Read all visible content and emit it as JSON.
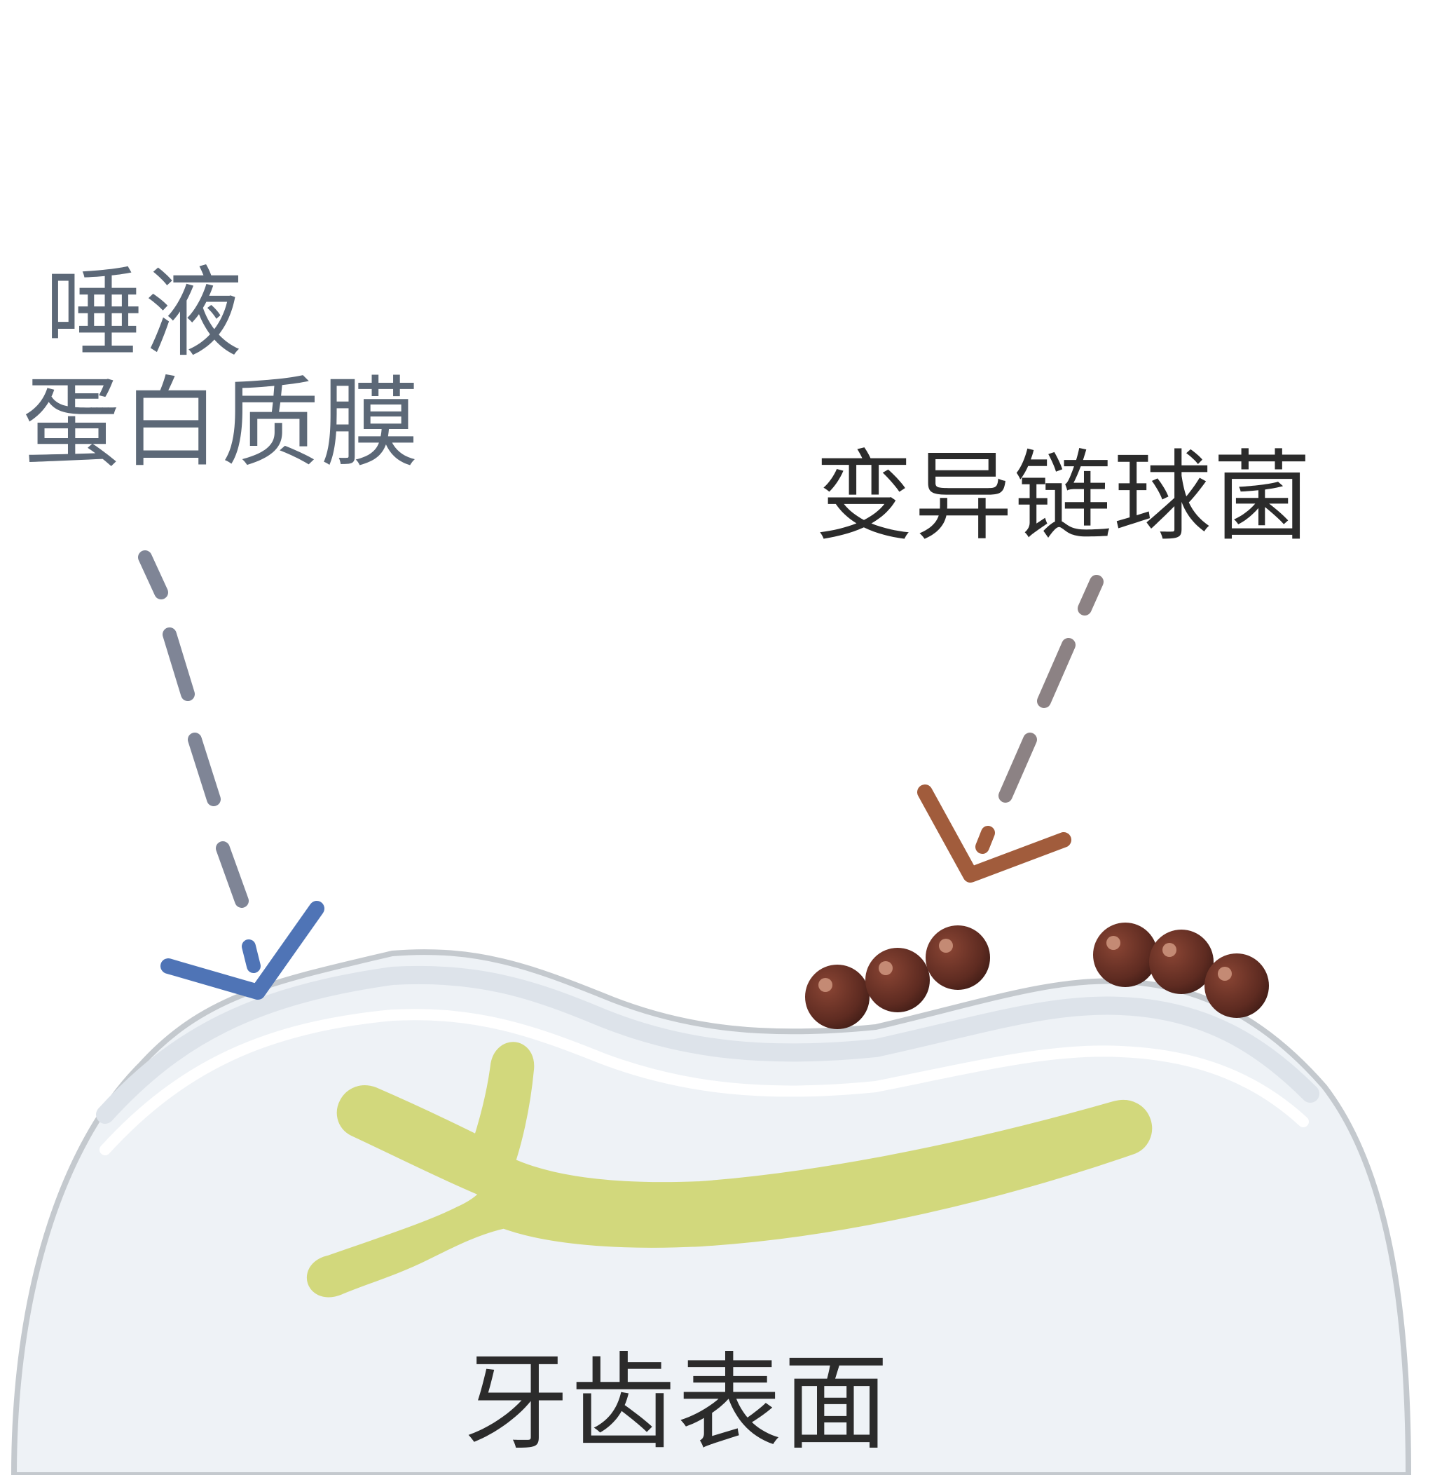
{
  "labels": {
    "pellicle_line1": "唾液",
    "pellicle_line2": "蛋白质膜",
    "bacteria": "变异链球菌",
    "tooth_surface": "牙齿表面"
  },
  "colors": {
    "pellicle_text": "#5c6877",
    "bacteria_text": "#2b2b2b",
    "tooth_text": "#2b2b2b",
    "pellicle_arrow_dash": "#7f8596",
    "pellicle_arrow_head": "#4f74b6",
    "bacteria_arrow_dash": "#8c8284",
    "bacteria_arrow_head": "#a15c3c",
    "tooth_fill": "#eef2f6",
    "tooth_outline": "#c4c9ce",
    "pellicle_layer": "#dde3ea",
    "enamel_band": "#ffffff",
    "root_canal": "#d2d87c",
    "bacteria_cell": "#6b3327"
  },
  "icons": {
    "pellicle_arrow": "dashed-arrow-down",
    "bacteria_arrow": "dashed-arrow-down-left",
    "bacteria": "coccus-chain"
  }
}
